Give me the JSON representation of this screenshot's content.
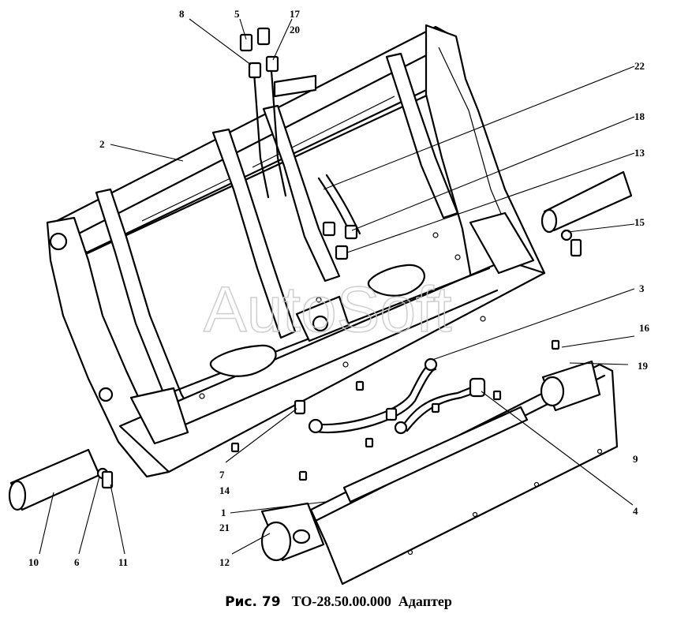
{
  "drawing": {
    "callouts": [
      "8",
      "5",
      "17",
      "20",
      "22",
      "2",
      "18",
      "13",
      "15",
      "3",
      "16",
      "19",
      "9",
      "4",
      "7",
      "14",
      "1",
      "21",
      "12",
      "10",
      "6",
      "11"
    ]
  },
  "watermark": "AutoSoft",
  "caption": {
    "figure": "Рис. 79",
    "code": "ТО-28.50.00.000",
    "title": "Адаптер"
  }
}
